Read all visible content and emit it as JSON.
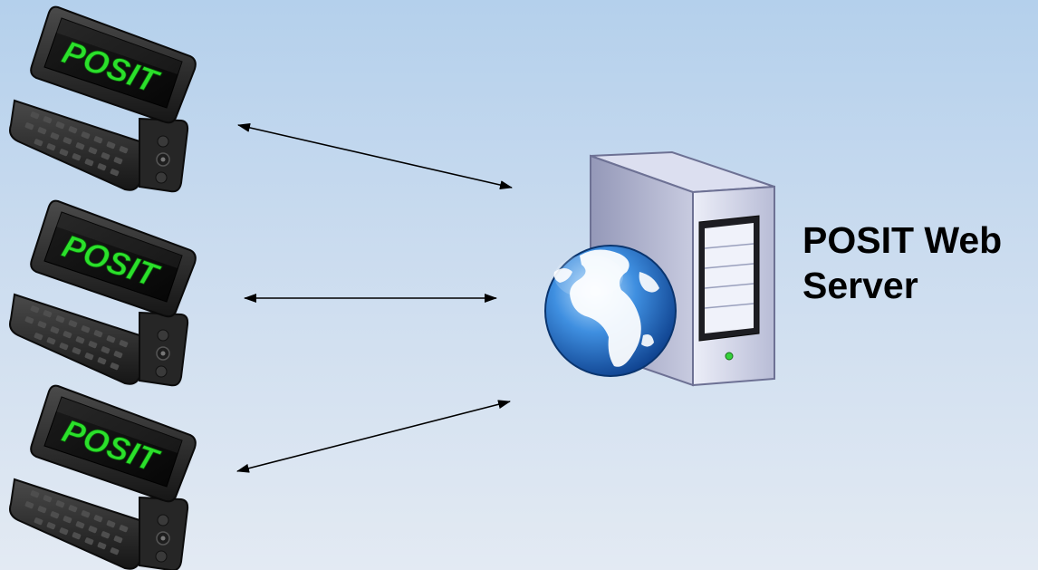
{
  "diagram": {
    "phones": [
      {
        "screen_text": "POSIT"
      },
      {
        "screen_text": "POSIT"
      },
      {
        "screen_text": "POSIT"
      }
    ],
    "server": {
      "label_line1": "POSIT Web",
      "label_line2": "Server",
      "icons": [
        "server-tower-icon",
        "globe-icon"
      ]
    },
    "connections": [
      {
        "from": "phone-1",
        "to": "server",
        "direction": "bidirectional"
      },
      {
        "from": "phone-2",
        "to": "server",
        "direction": "bidirectional"
      },
      {
        "from": "phone-3",
        "to": "server",
        "direction": "bidirectional"
      }
    ],
    "colors": {
      "background_top": "#b4d0ec",
      "background_bottom": "#e3eaf3",
      "phone_body": "#2b2b2b",
      "screen_text": "#2be02b",
      "arrow": "#000000",
      "globe": "#2f7fd6"
    }
  }
}
